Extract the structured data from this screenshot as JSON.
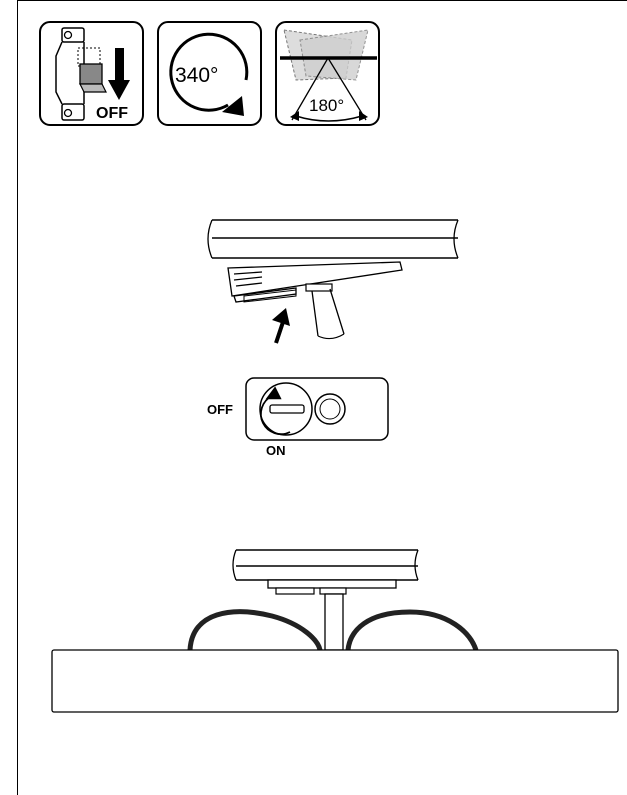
{
  "icons": {
    "switch_off_label": "OFF",
    "rotation_label": "340°",
    "tilt_label": "180°"
  },
  "switch": {
    "off_label": "OFF",
    "on_label": "ON"
  }
}
